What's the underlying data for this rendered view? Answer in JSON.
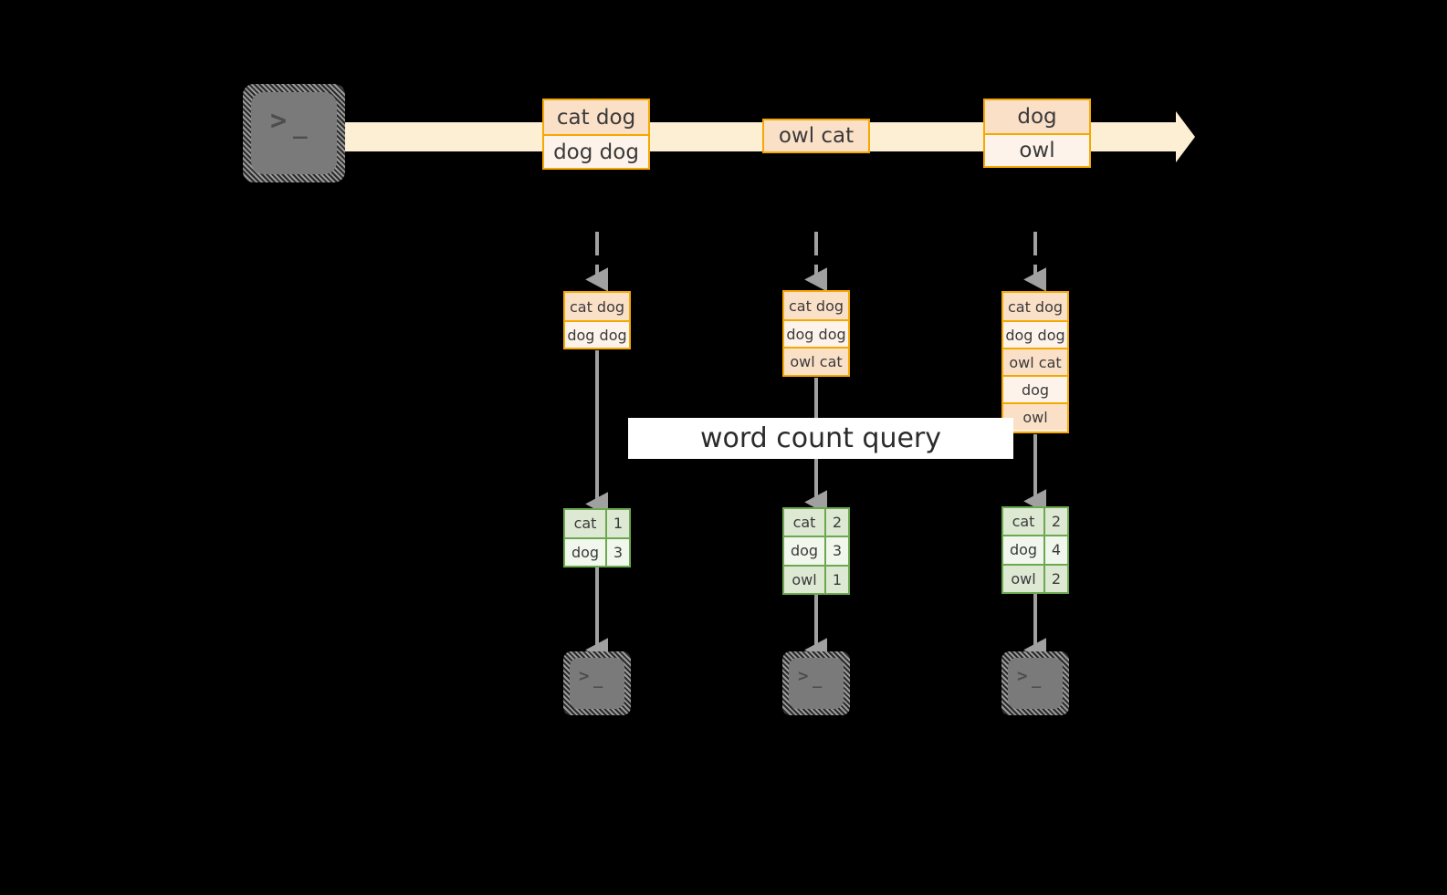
{
  "diagram": {
    "title": "word count streaming query diagram",
    "colors": {
      "background": "#000000",
      "stream_band": "#FDEFD4",
      "orange_border": "#F5A800",
      "orange_fill_dark": "#FBE0C8",
      "orange_fill_light": "#FDF3EA",
      "green_border": "#6CA84F",
      "green_fill_dark": "#DEE9D4",
      "green_fill_light": "#F2F7EE",
      "arrow_gray": "#A0A0A0",
      "terminal_gray": "#7a7a7a",
      "label_bg": "#FFFFFF"
    },
    "source_terminal": {
      "icon": "terminal-icon",
      "prompt_symbol": ">",
      "prompt_cursor": "_"
    },
    "stream": {
      "direction_icon": "arrow-right-icon",
      "tokens": [
        {
          "id": "stream-token-1",
          "lines": [
            {
              "text": "cat dog",
              "shade": "dark"
            },
            {
              "text": "dog dog",
              "shade": "light"
            }
          ]
        },
        {
          "id": "stream-token-2",
          "lines": [
            {
              "text": "owl cat",
              "shade": "dark"
            }
          ]
        },
        {
          "id": "stream-token-3",
          "lines": [
            {
              "text": "dog",
              "shade": "dark"
            },
            {
              "text": "owl",
              "shade": "light"
            }
          ]
        }
      ]
    },
    "query_label": "word count query",
    "snapshots": [
      {
        "id": "snapshot-1",
        "input_lines": [
          {
            "text": "cat dog",
            "shade": "dark"
          },
          {
            "text": "dog dog",
            "shade": "light"
          }
        ],
        "result_rows": [
          {
            "word": "cat",
            "count": "1",
            "shade": "dark"
          },
          {
            "word": "dog",
            "count": "3",
            "shade": "light"
          }
        ],
        "sink": {
          "icon": "terminal-icon",
          "prompt_symbol": ">",
          "prompt_cursor": "_"
        }
      },
      {
        "id": "snapshot-2",
        "input_lines": [
          {
            "text": "cat dog",
            "shade": "dark"
          },
          {
            "text": "dog dog",
            "shade": "light"
          },
          {
            "text": "owl cat",
            "shade": "dark"
          }
        ],
        "result_rows": [
          {
            "word": "cat",
            "count": "2",
            "shade": "dark"
          },
          {
            "word": "dog",
            "count": "3",
            "shade": "light"
          },
          {
            "word": "owl",
            "count": "1",
            "shade": "dark"
          }
        ],
        "sink": {
          "icon": "terminal-icon",
          "prompt_symbol": ">",
          "prompt_cursor": "_"
        }
      },
      {
        "id": "snapshot-3",
        "input_lines": [
          {
            "text": "cat dog",
            "shade": "dark"
          },
          {
            "text": "dog dog",
            "shade": "light"
          },
          {
            "text": "owl cat",
            "shade": "dark"
          },
          {
            "text": "dog",
            "shade": "light"
          },
          {
            "text": "owl",
            "shade": "dark"
          }
        ],
        "result_rows": [
          {
            "word": "cat",
            "count": "2",
            "shade": "dark"
          },
          {
            "word": "dog",
            "count": "4",
            "shade": "light"
          },
          {
            "word": "owl",
            "count": "2",
            "shade": "dark"
          }
        ],
        "sink": {
          "icon": "terminal-icon",
          "prompt_symbol": ">",
          "prompt_cursor": "_"
        }
      }
    ]
  }
}
